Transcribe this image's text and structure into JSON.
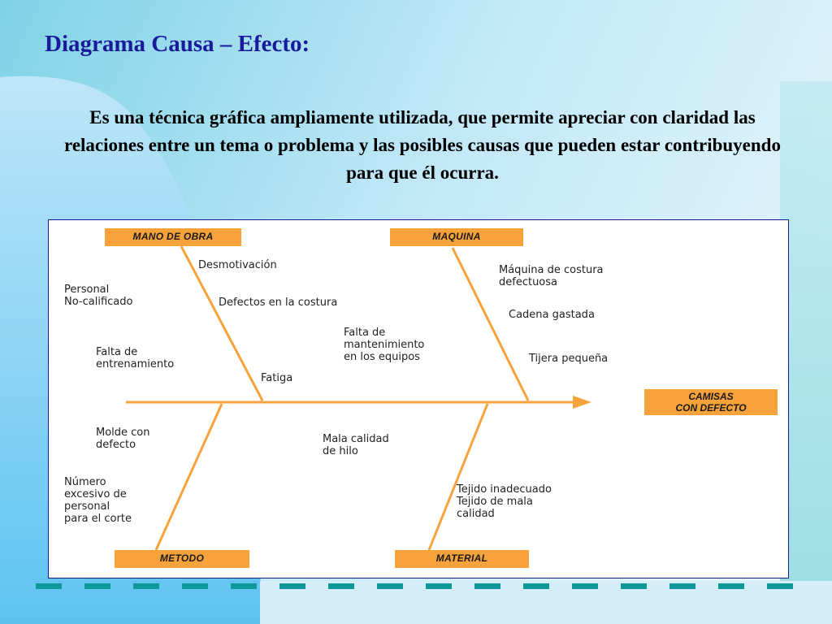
{
  "slide": {
    "title": "Diagrama Causa – Efecto:",
    "body": "Es una técnica gráfica ampliamente utilizada, que permite apreciar con claridad las relaciones entre un tema o problema y las posibles causas que pueden estar contribuyendo para que él ocurra.",
    "colors": {
      "title": "#1a1a9a",
      "category_fill": "#f7a23a",
      "bone_line": "#f7a23a",
      "dash": "#0f9a9a"
    }
  },
  "diagram": {
    "effect": "CAMISAS\nCON DEFECTO",
    "categories": {
      "mano_de_obra": "MANO DE OBRA",
      "maquina": "MAQUINA",
      "metodo": "METODO",
      "material": "MATERIAL"
    },
    "causes": {
      "desmotivacion": "Desmotivación",
      "personal_no_calificado": "Personal\nNo-calificado",
      "defectos_costura": "Defectos en la costura",
      "falta_entrenamiento": "Falta de\nentrenamiento",
      "fatiga": "Fatiga",
      "maquina_costura": "Máquina de costura\ndefectuosa",
      "cadena_gastada": "Cadena gastada",
      "falta_mantenimiento": "Falta de\nmantenimiento\nen los equipos",
      "tijera_pequena": "Tijera pequeña",
      "molde_defecto": "Molde con\ndefecto",
      "numero_excesivo": "Número\nexcesivo de\npersonal\npara el corte",
      "mala_calidad_hilo": "Mala calidad\nde hilo",
      "tejido": "Tejido inadecuado\nTejido de mala\ncalidad"
    }
  }
}
